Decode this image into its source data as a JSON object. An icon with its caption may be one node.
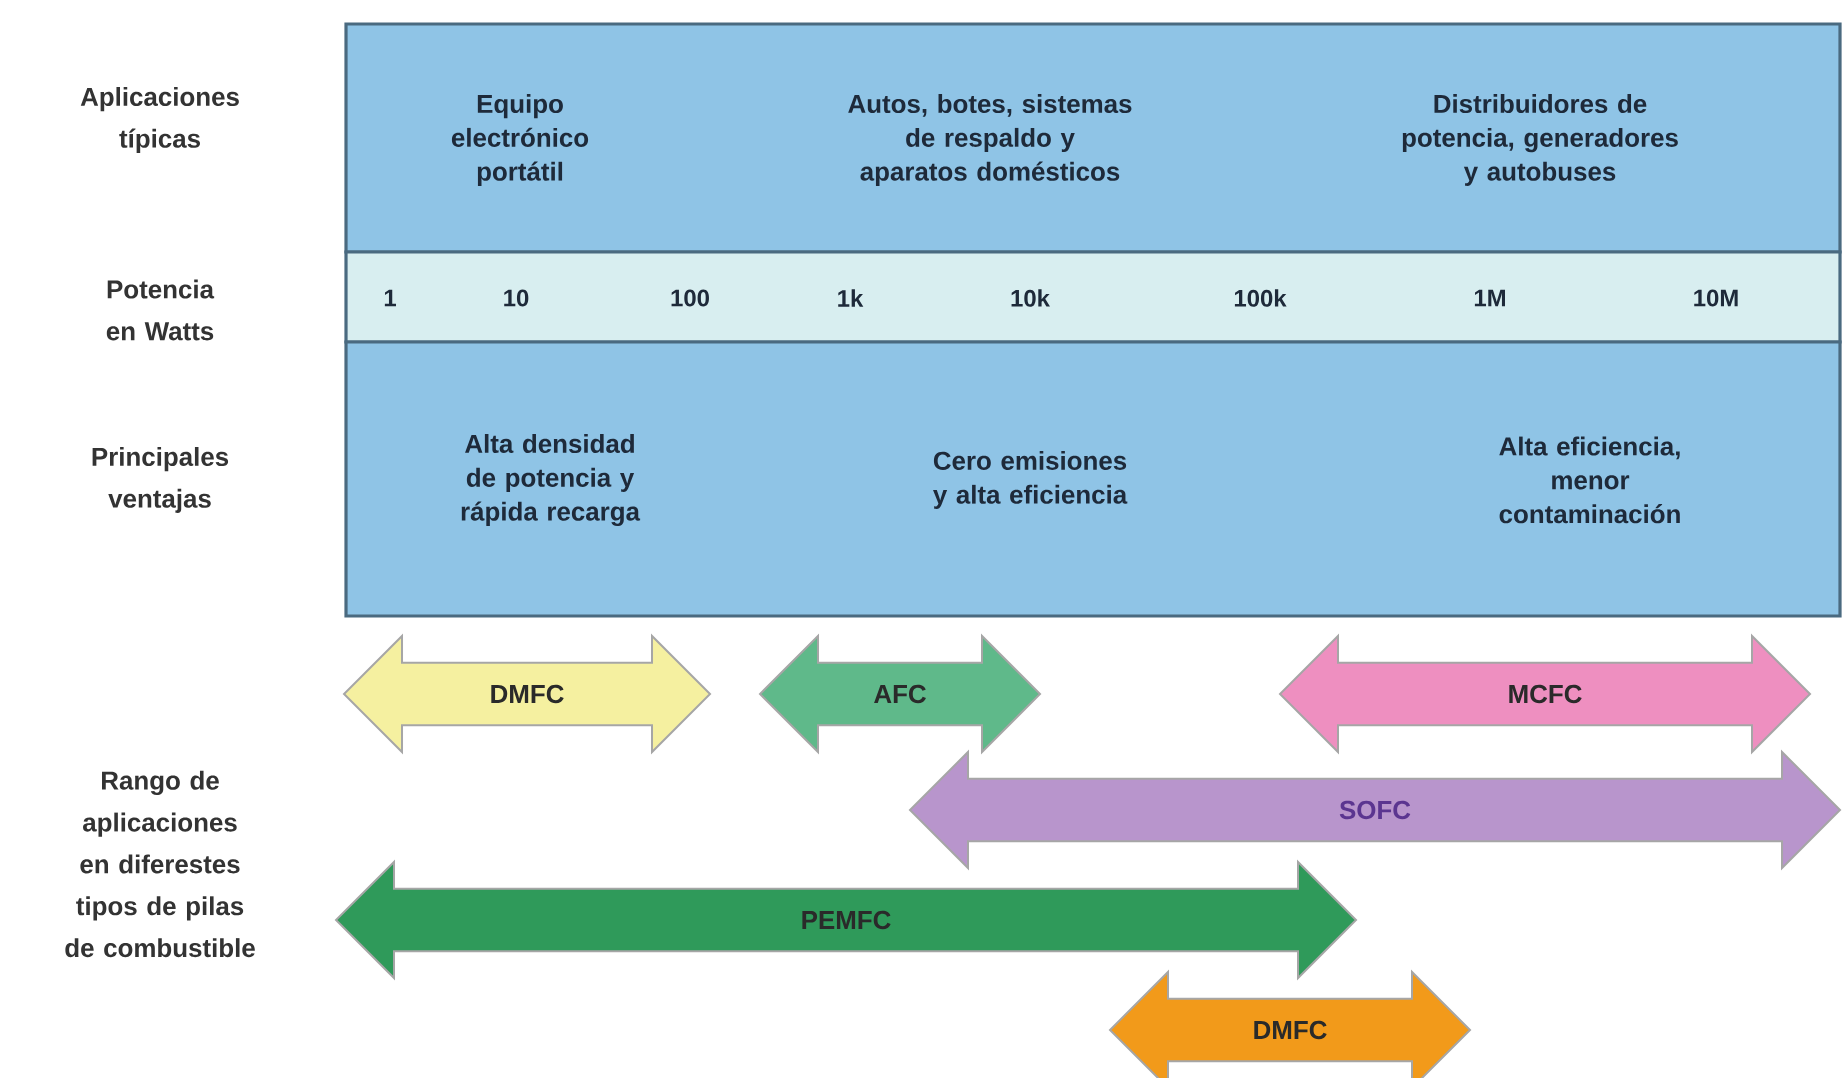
{
  "diagram": {
    "nodes": [
      {
        "text": [
          "Equipo electrónico portátil",
          "Autos, botes, sistemas de respaldo y aparatos domésticos",
          "Distribuidores de potencia, generadores y autobuses"
        ]
      },
      {
        "text": [
          "1",
          "10",
          "100",
          "1k",
          "10k",
          "100k",
          "1M",
          "10M"
        ]
      },
      {
        "text": [
          "Alta densidad de potencia y rápida recarga",
          "Cero emisiones y alta eficiencia",
          "Alta eficiencia, menor contaminación"
        ]
      },
      {
        "text": [
          "DMFC"
        ]
      },
      {
        "text": [
          "AFC"
        ]
      },
      {
        "text": [
          "MCFC"
        ]
      },
      {
        "text": [
          "SOFC"
        ]
      },
      {
        "text": [
          "PEMFC"
        ]
      },
      {
        "text": [
          "DMFC"
        ]
      }
    ],
    "labels": [
      "Aplicaciones típicas",
      "Potencia en Watts",
      "Principales ventajas",
      "Rango de aplicaciones en diferestes tipos de pilas de combustible"
    ]
  }
}
